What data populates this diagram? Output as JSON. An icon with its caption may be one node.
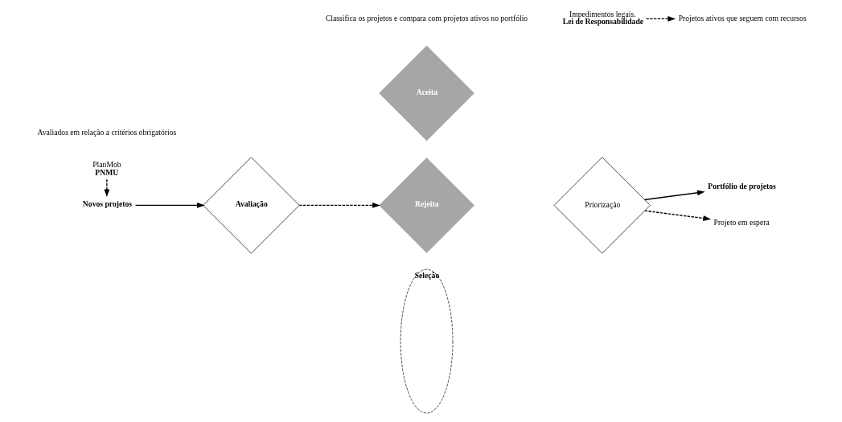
{
  "diagram": {
    "nodes": [
      {
        "text": [
          "Novos projetos"
        ]
      },
      {
        "text": [
          "Avaliação"
        ]
      },
      {
        "text": [
          "Aceita"
        ]
      },
      {
        "text": [
          "Rejeita"
        ]
      },
      {
        "text": [
          "Priorização"
        ]
      },
      {
        "text": [
          "Portfólio de projetos"
        ]
      },
      {
        "text": [
          "Projeto em espera"
        ]
      },
      {
        "text": [
          "Seleção"
        ]
      },
      {
        "text": [
          "PlanMob",
          "PNMU"
        ]
      },
      {
        "text": [
          "Impedimentos legais.",
          "Lei de Responsabilidade"
        ]
      },
      {
        "text": [
          "Projetos ativos que seguem com recursos"
        ]
      }
    ],
    "edges": [
      {
        "from": 8,
        "to": 0,
        "arrow": "to",
        "style": "dashed"
      },
      {
        "from": 0,
        "to": 1,
        "arrow": "to"
      },
      {
        "from": 1,
        "to": 3,
        "arrow": "to",
        "style": "dashed"
      },
      {
        "from": 4,
        "to": 5,
        "arrow": "to"
      },
      {
        "from": 4,
        "to": 6,
        "arrow": "to",
        "style": "dashed"
      },
      {
        "from": 9,
        "to": 10,
        "arrow": "to",
        "style": "dashed"
      }
    ],
    "labels": [
      "Avaliados em relação a critérios obrigatórios",
      "Classifica os projetos e compara com projetos ativos no portfólio"
    ]
  }
}
